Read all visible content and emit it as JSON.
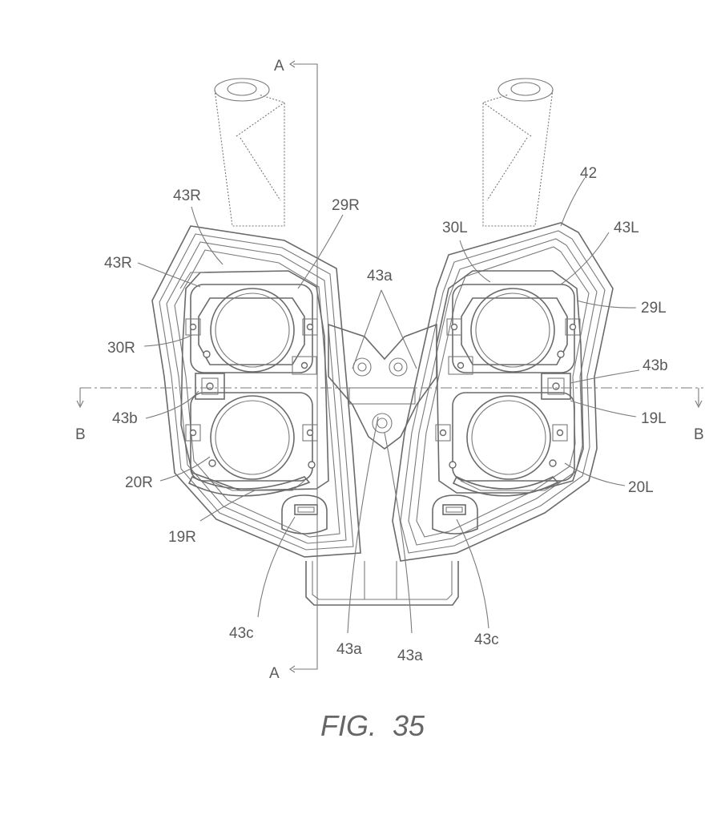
{
  "figure": {
    "caption": "FIG.  35"
  },
  "labels": {
    "a_top": "A",
    "a_bottom": "A",
    "b_left": "B",
    "b_right": "B",
    "n42": "42",
    "n43R_top": "43R",
    "n43R_mid": "43R",
    "n29R": "29R",
    "n30R": "30R",
    "n43b_left": "43b",
    "n20R": "20R",
    "n19R": "19R",
    "n43c_left": "43c",
    "n43a_top": "43a",
    "n43a_bot1": "43a",
    "n43a_bot2": "43a",
    "n30L": "30L",
    "n43L": "43L",
    "n29L": "29L",
    "n43b_right": "43b",
    "n19L": "19L",
    "n20L": "20L",
    "n43c_right": "43c"
  }
}
